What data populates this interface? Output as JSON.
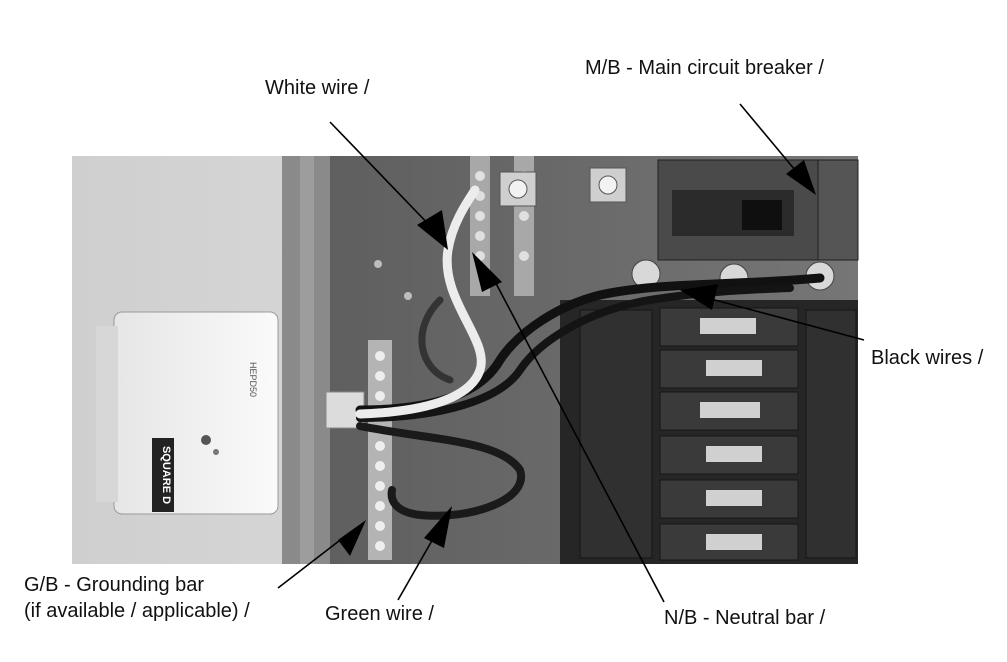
{
  "labels": {
    "white_wire": "White wire /",
    "main_breaker": "M/B - Main circuit breaker /",
    "black_wires": "Black wires /",
    "grounding_bar_line1": "G/B - Grounding bar",
    "grounding_bar_line2": "(if available / applicable) /",
    "green_wire": "Green wire /",
    "neutral_bar": "N/B - Neutral bar /"
  },
  "device": {
    "brand_text": "SQUARE D",
    "model_text": "HEPD50"
  },
  "colors": {
    "text": "#111111",
    "arrow": "#000000",
    "photo_dark": "#1a1a1a",
    "panel_gray": "#6e6e6e",
    "box_white": "#f2f2f2"
  }
}
